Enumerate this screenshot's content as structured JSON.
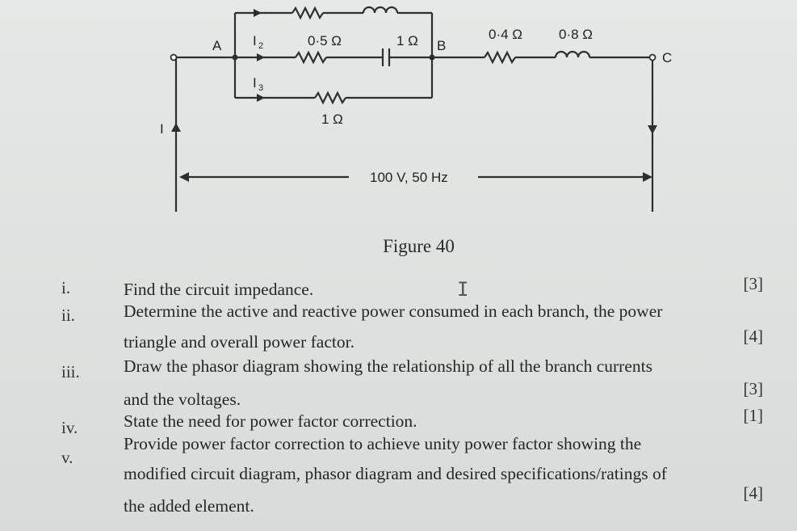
{
  "diagram": {
    "node_a": "A",
    "node_b": "B",
    "node_c": "C",
    "i2": "I",
    "i2_sub": "2",
    "i3": "I",
    "i3_sub": "3",
    "i_total": "I",
    "r_branch2": "0·5 Ω",
    "c_branch2": "1 Ω",
    "r_branch3": "1 Ω",
    "r_series": "0·4 Ω",
    "l_series": "0·8 Ω",
    "supply": "100 V, 50 Hz"
  },
  "caption": "Figure 40",
  "questions": [
    {
      "num": "i.",
      "lines": [
        "Find the circuit impedance."
      ],
      "marks": "[3]"
    },
    {
      "num": "ii.",
      "lines": [
        "Determine the active and reactive power consumed in each branch, the power",
        "triangle    and overall power factor."
      ],
      "marks": "[4]"
    },
    {
      "num": "iii.",
      "lines": [
        "Draw the phasor diagram showing the relationship of all the branch currents",
        "and the voltages."
      ],
      "marks": "[3]"
    },
    {
      "num": "iv.",
      "lines": [
        "State the need for power factor correction."
      ],
      "marks": "[1]"
    },
    {
      "num": "v.",
      "lines": [
        "Provide power factor correction to achieve unity power factor showing the",
        "modified circuit diagram, phasor diagram and desired specifications/ratings of",
        "the added element."
      ],
      "marks": "[4]"
    }
  ]
}
